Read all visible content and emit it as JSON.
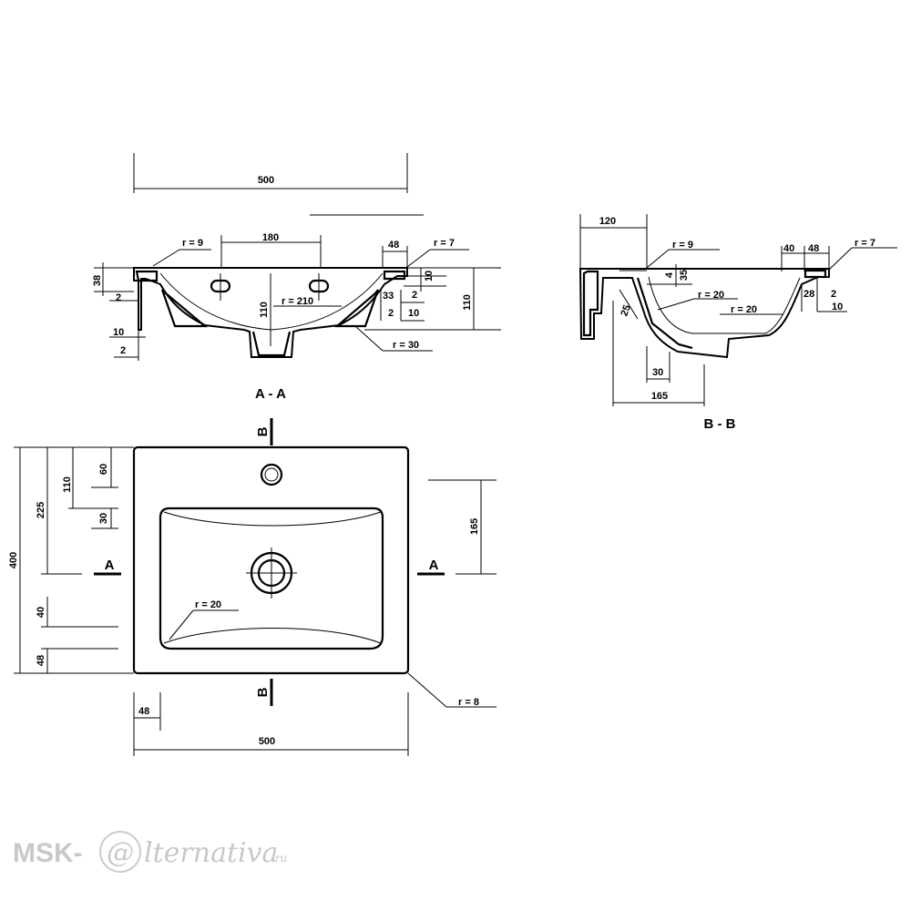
{
  "section_aa": {
    "title": "A - A",
    "width": "500",
    "hole_spacing": "180",
    "radius_left": "r = 9",
    "radius_right": "r = 7",
    "rim_width": "48",
    "rim_height": "38",
    "depth_center": "110",
    "depth_right": "110",
    "bowl_radius": "r = 210",
    "wall_radius": "r = 30",
    "dim_2_a": "2",
    "dim_10_a": "10",
    "dim_2_b": "2",
    "dim_33": "33",
    "dim_2_c": "2",
    "dim_2_d": "2",
    "dim_10_b": "10",
    "dim_10_c": "10"
  },
  "section_bb": {
    "title": "B - B",
    "overhang": "120",
    "radius_top": "r = 9",
    "radius_right": "r = 7",
    "dim_40": "40",
    "dim_48": "48",
    "dim_4": "4",
    "dim_35": "35",
    "radius_a": "r = 20",
    "radius_b": "r = 20",
    "dim_25": "25",
    "dim_28": "28",
    "dim_2": "2",
    "dim_10": "10",
    "dim_30": "30",
    "dim_165": "165"
  },
  "plan_view": {
    "width": "500",
    "depth": "400",
    "dim_225": "225",
    "dim_110": "110",
    "dim_60": "60",
    "dim_30": "30",
    "dim_40": "40",
    "dim_48_left": "48",
    "dim_48_bottom": "48",
    "dim_165": "165",
    "bowl_radius": "r = 20",
    "corner_radius": "r = 8",
    "cut_a_left": "A",
    "cut_a_right": "A",
    "cut_b_top": "B",
    "cut_b_bottom": "B"
  },
  "watermark": {
    "brand_left": "MSK-",
    "brand_at": "@",
    "brand_right": "lternativa",
    "brand_tld": ".ru"
  }
}
